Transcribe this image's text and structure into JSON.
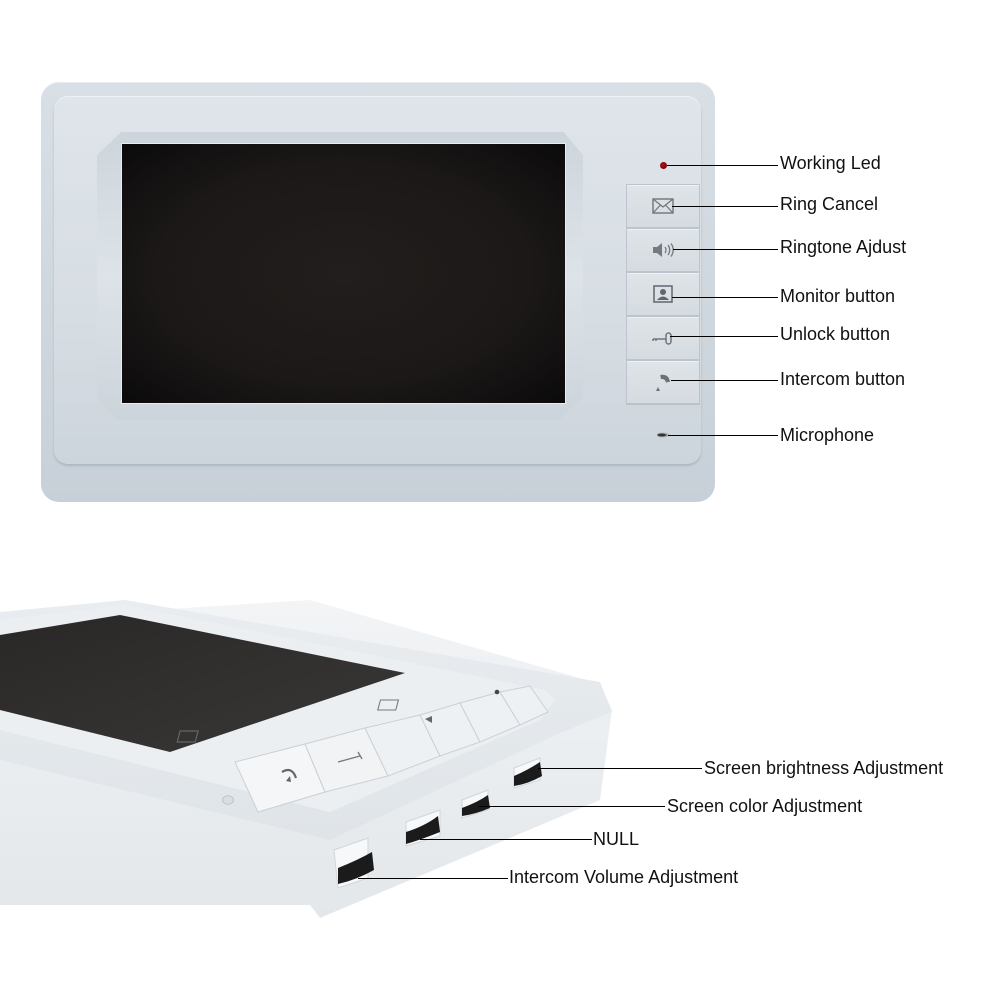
{
  "front_view": {
    "callouts": [
      {
        "id": "working-led",
        "label": "Working Led"
      },
      {
        "id": "ring-cancel",
        "label": "Ring Cancel"
      },
      {
        "id": "ringtone-adjust",
        "label": "Ringtone Ajdust"
      },
      {
        "id": "monitor-button",
        "label": "Monitor button"
      },
      {
        "id": "unlock-button",
        "label": "Unlock button"
      },
      {
        "id": "intercom-button",
        "label": "Intercom button"
      },
      {
        "id": "microphone",
        "label": "Microphone"
      }
    ],
    "buttons": [
      {
        "icon": "envelope-icon",
        "label": "Ring Cancel"
      },
      {
        "icon": "speaker-icon",
        "label": "Ringtone Ajdust"
      },
      {
        "icon": "person-monitor-icon",
        "label": "Monitor button"
      },
      {
        "icon": "key-icon",
        "label": "Unlock button"
      },
      {
        "icon": "handset-icon",
        "label": "Intercom button"
      }
    ],
    "led_color": "#b01515"
  },
  "side_view": {
    "callouts": [
      {
        "id": "screen-brightness",
        "label": "Screen brightness Adjustment"
      },
      {
        "id": "screen-color",
        "label": "Screen color Adjustment"
      },
      {
        "id": "null",
        "label": "NULL"
      },
      {
        "id": "intercom-volume",
        "label": "Intercom Volume Adjustment"
      }
    ]
  },
  "colors": {
    "device_body": "#d6dde3",
    "screen": "#1b1817",
    "text": "#111111",
    "background": "#ffffff"
  }
}
